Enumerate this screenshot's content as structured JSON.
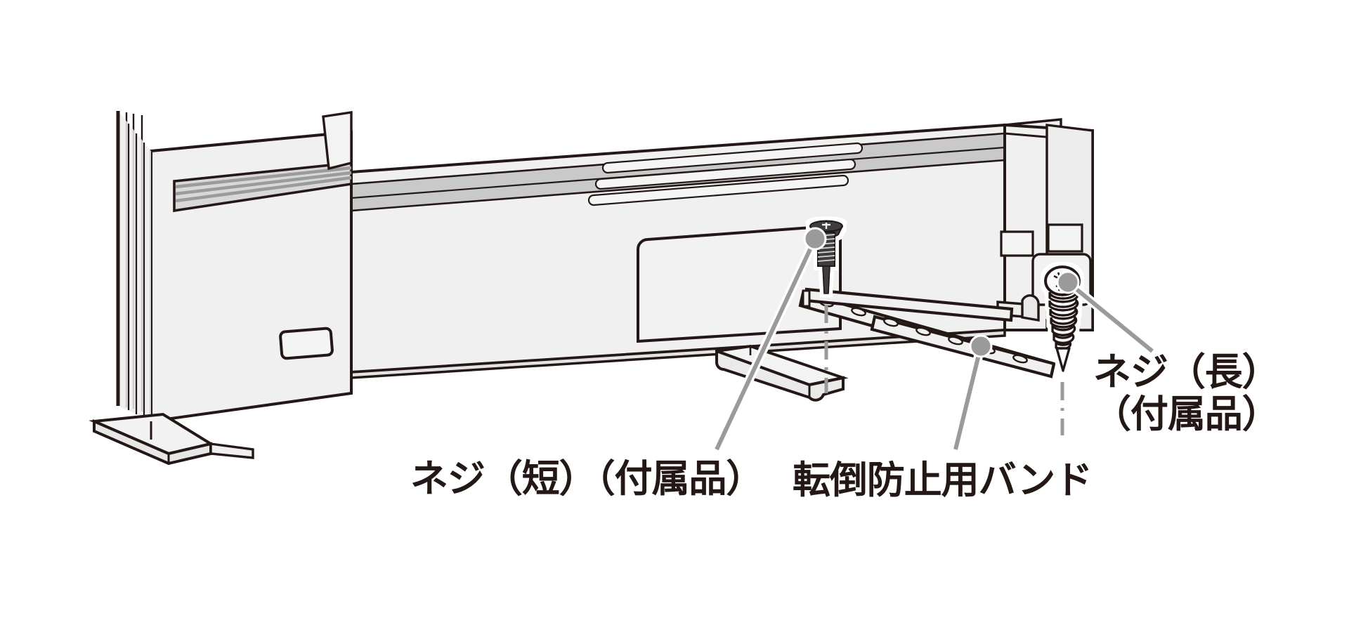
{
  "illustration": {
    "kind": "anti-tip-band-installation-diagram",
    "subject": "flat-panel TV rear view with anti-tip band secured to stand",
    "background_color": "#ffffff",
    "body_fill": "#f0f0f0",
    "body_fill_alt": "#e8e8e8",
    "shade_fill": "#c9c9c9",
    "outline_color": "#231815",
    "leader_color": "#9a9a9a",
    "centerline_color": "#9a9a9a",
    "screw_dark": "#3c3c3c"
  },
  "labels": {
    "screw_short": "ネジ（短）（付属品）",
    "band": "転倒防止用バンド",
    "screw_long_line1": "ネジ（長）",
    "screw_long_line2": "（付属品）"
  },
  "parts": {
    "tv_cabinet": "tv-cabinet",
    "vent_slots_top": "vent-slots",
    "side_port_left": "port-cutout-left",
    "side_ports_right": "port-cutouts-right",
    "rear_panel": "rear-access-panel",
    "stand_foot_left": "stand-foot-left",
    "stand_foot_right": "stand-foot-right",
    "anti_tip_band_a": "anti-tip-band-upper",
    "anti_tip_band_b": "anti-tip-band-lower",
    "screw_short": "screw-short",
    "screw_long": "screw-long",
    "centerline_short": "centerline-screw-short",
    "centerline_long": "centerline-screw-long"
  }
}
